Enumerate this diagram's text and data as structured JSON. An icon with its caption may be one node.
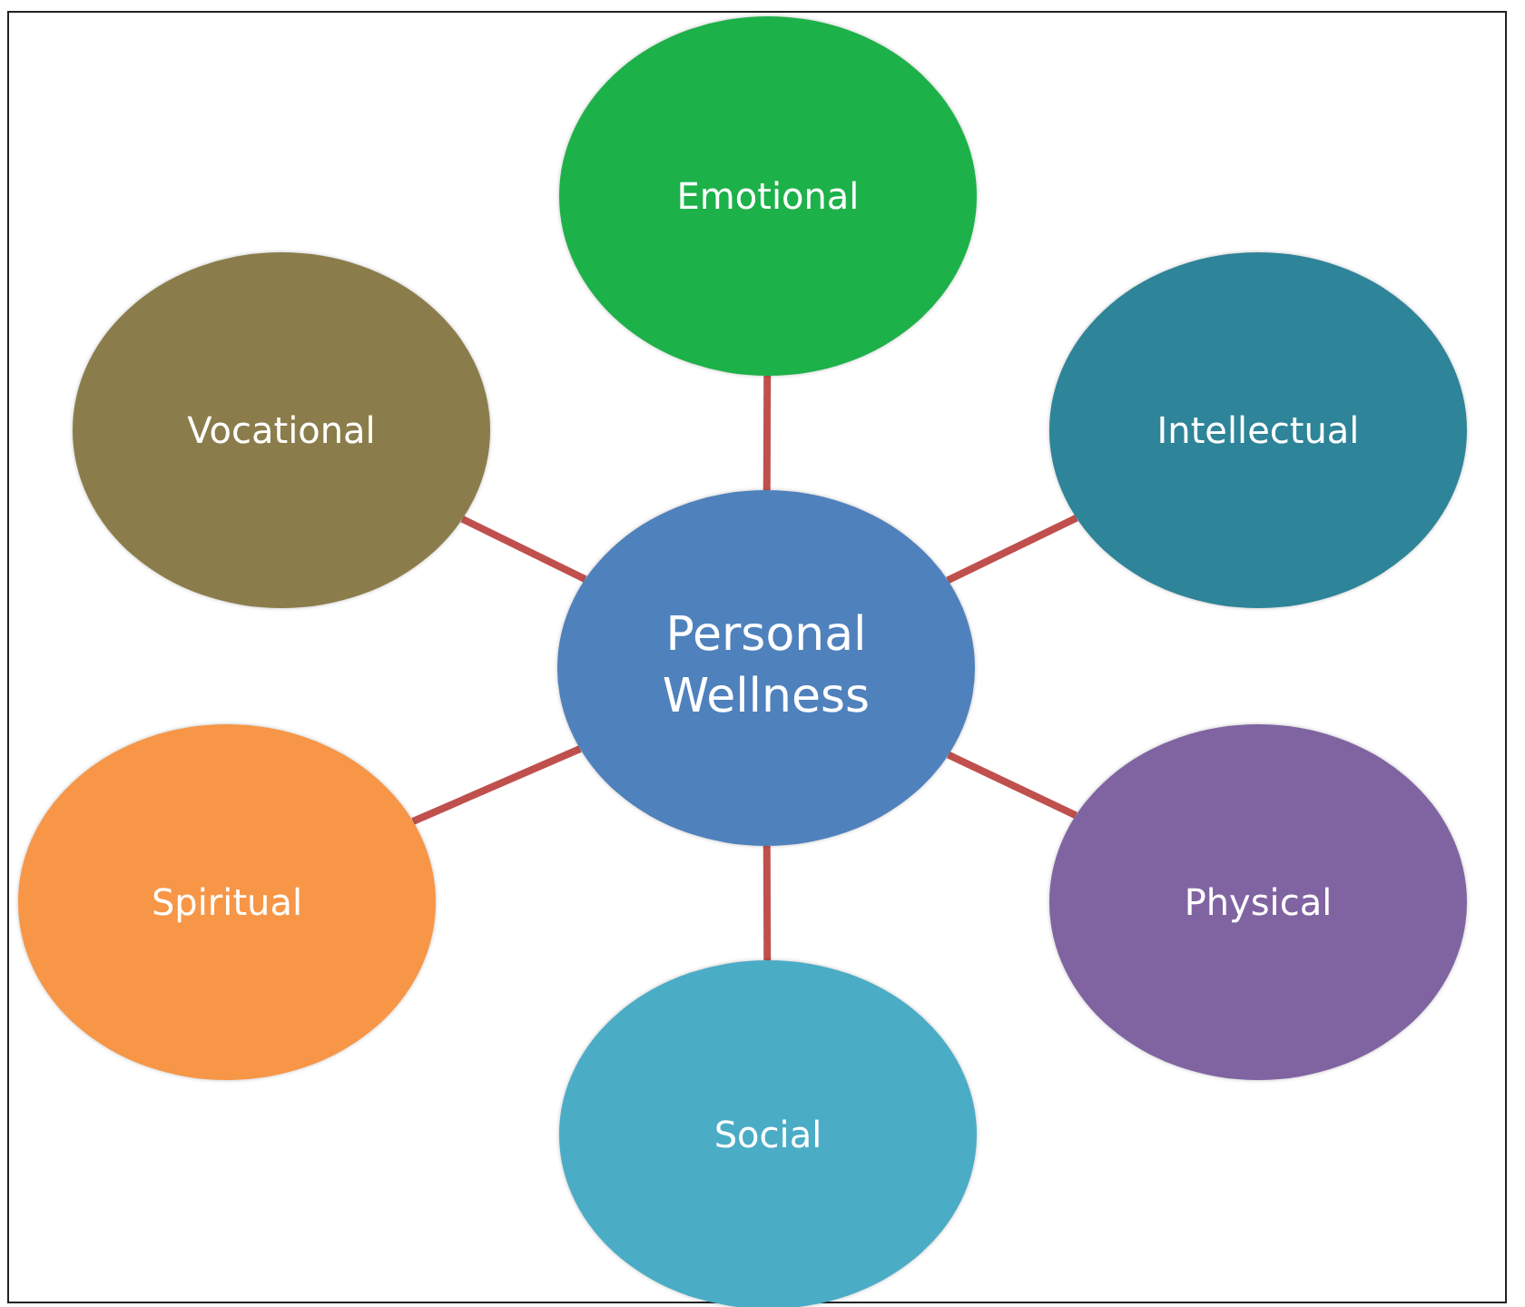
{
  "diagram": {
    "nodes": [
      {
        "text": [
          "Personal Wellness"
        ]
      },
      {
        "text": [
          "Emotional"
        ]
      },
      {
        "text": [
          "Vocational"
        ]
      },
      {
        "text": [
          "Intellectual"
        ]
      },
      {
        "text": [
          "Spiritual"
        ]
      },
      {
        "text": [
          "Physical"
        ]
      },
      {
        "text": [
          "Social"
        ]
      }
    ],
    "edges": [
      {
        "from": 0,
        "to": 1,
        "arrow": "none"
      },
      {
        "from": 0,
        "to": 2,
        "arrow": "none"
      },
      {
        "from": 0,
        "to": 3,
        "arrow": "none"
      },
      {
        "from": 0,
        "to": 4,
        "arrow": "none"
      },
      {
        "from": 0,
        "to": 5,
        "arrow": "none"
      },
      {
        "from": 0,
        "to": 6,
        "arrow": "none"
      }
    ]
  }
}
